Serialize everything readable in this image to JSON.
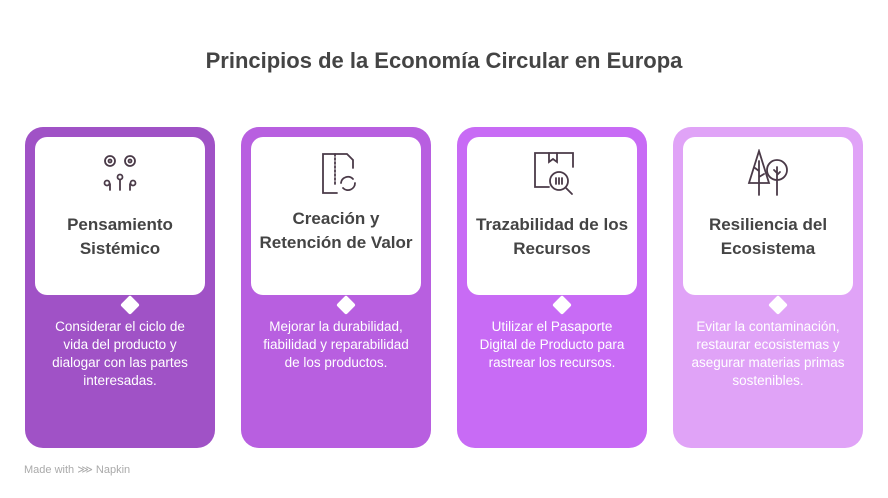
{
  "title": "Principios de la Economía Circular en Europa",
  "cards": [
    {
      "heading": "Pensamiento Sistémico",
      "description": "Considerar el ciclo de vida del producto y dialogar con las partes interesadas.",
      "icon": "gears-network-icon",
      "color": "#a052c6"
    },
    {
      "heading": "Creación y Retención de Valor",
      "description": "Mejorar la durabilidad, fiabilidad y reparabilidad de los productos.",
      "icon": "document-refresh-icon",
      "color": "#b85fe0"
    },
    {
      "heading": "Trazabilidad de los Recursos",
      "description": "Utilizar el Pasaporte Digital de Producto para rastrear los recursos.",
      "icon": "box-search-icon",
      "color": "#c86bf5"
    },
    {
      "heading": "Resiliencia del Ecosistema",
      "description": "Evitar la contaminación, restaurar ecosistemas y asegurar materias primas sostenibles.",
      "icon": "trees-icon",
      "color": "#e0a3f7"
    }
  ],
  "footer": "Made with ⋙ Napkin"
}
